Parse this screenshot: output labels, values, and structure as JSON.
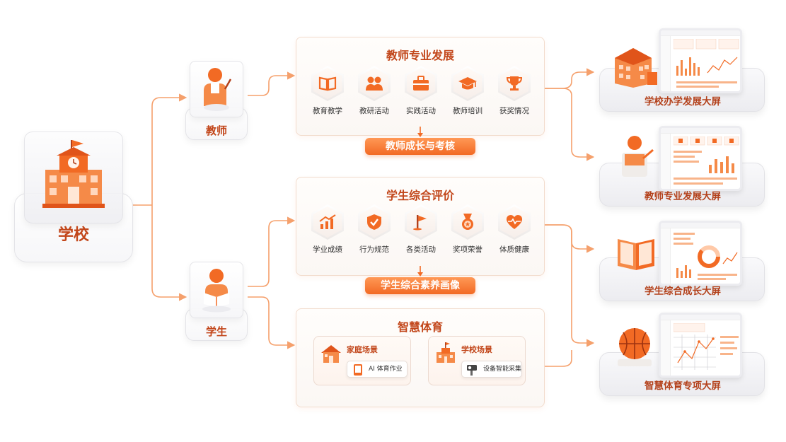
{
  "colors": {
    "accent": "#f26a24",
    "accent_light": "#ff9856",
    "title": "#c2461a",
    "line": "#f5a06c"
  },
  "school": {
    "label": "学校",
    "icon": "school-building-icon"
  },
  "teacher": {
    "label": "教师",
    "icon": "teacher-figure-icon"
  },
  "student": {
    "label": "学生",
    "icon": "student-reading-icon"
  },
  "teacher_panel": {
    "title": "教师专业发展",
    "items": [
      {
        "label": "教育教学",
        "icon": "book-icon"
      },
      {
        "label": "教研活动",
        "icon": "people-icon"
      },
      {
        "label": "实践活动",
        "icon": "briefcase-icon"
      },
      {
        "label": "教师培训",
        "icon": "graduation-cap-icon"
      },
      {
        "label": "获奖情况",
        "icon": "trophy-icon"
      }
    ],
    "result": "教师成长与考核"
  },
  "student_panel": {
    "title": "学生综合评价",
    "items": [
      {
        "label": "学业成绩",
        "icon": "chart-up-icon"
      },
      {
        "label": "行为规范",
        "icon": "shield-check-icon"
      },
      {
        "label": "各类活动",
        "icon": "flag-icon"
      },
      {
        "label": "奖项荣誉",
        "icon": "medal-icon"
      },
      {
        "label": "体质健康",
        "icon": "heart-pulse-icon"
      }
    ],
    "result": "学生综合素养画像"
  },
  "sports_panel": {
    "title": "智慧体育",
    "home": {
      "title": "家庭场景",
      "tag": "AI 体育作业",
      "icon": "house-icon"
    },
    "school": {
      "title": "学校场景",
      "tag": "设备智能采集",
      "icon": "school-icon"
    }
  },
  "screens": [
    {
      "label": "学校办学发展大屏",
      "icon": "building-3d-icon"
    },
    {
      "label": "教师专业发展大屏",
      "icon": "teacher-3d-icon"
    },
    {
      "label": "学生综合成长大屏",
      "icon": "book-3d-icon"
    },
    {
      "label": "智慧体育专项大屏",
      "icon": "basketball-icon"
    }
  ]
}
